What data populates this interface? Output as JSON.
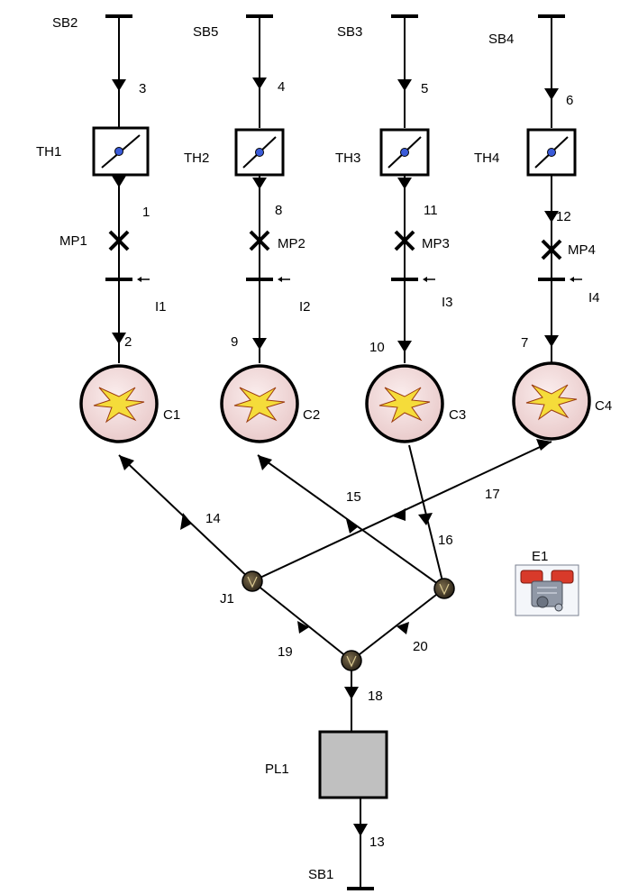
{
  "colors": {
    "line": "#000000",
    "cylinder_fill": "#f3d9d9",
    "spark_fill": "#f5dc3a",
    "throttle_dot": "#3a5bd9",
    "junction_fill": "#3c3322",
    "plenum_fill": "#c0c0c0",
    "engine_red": "#d83a2a",
    "engine_gray": "#9098a6"
  },
  "boundaries": {
    "sb2": "SB2",
    "sb5": "SB5",
    "sb3": "SB3",
    "sb4": "SB4",
    "sb1": "SB1"
  },
  "throttles": {
    "th1": "TH1",
    "th2": "TH2",
    "th3": "TH3",
    "th4": "TH4"
  },
  "mass_ports": {
    "mp1": "MP1",
    "mp2": "MP2",
    "mp3": "MP3",
    "mp4": "MP4"
  },
  "injectors": {
    "i1": "I1",
    "i2": "I2",
    "i3": "I3",
    "i4": "I4"
  },
  "cylinders": {
    "c1": "C1",
    "c2": "C2",
    "c3": "C3",
    "c4": "C4"
  },
  "junctions": {
    "j1": "J1"
  },
  "plenum": "PL1",
  "engine": "E1",
  "pipes": {
    "p1": "1",
    "p2": "2",
    "p3": "3",
    "p4": "4",
    "p5": "5",
    "p6": "6",
    "p7": "7",
    "p8": "8",
    "p9": "9",
    "p10": "10",
    "p11": "11",
    "p12": "12",
    "p13": "13",
    "p14": "14",
    "p15": "15",
    "p16": "16",
    "p17": "17",
    "p18": "18",
    "p19": "19",
    "p20": "20"
  }
}
